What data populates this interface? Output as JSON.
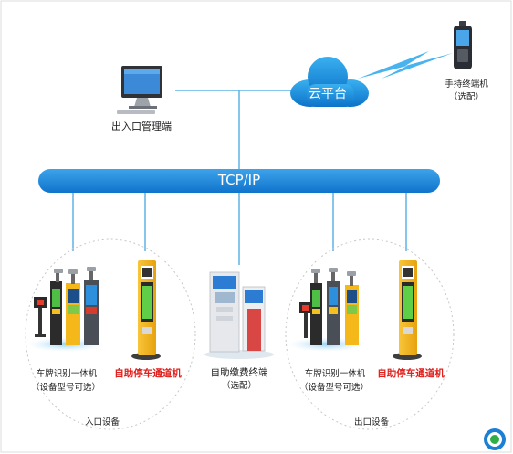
{
  "cloud": {
    "label": "云平台"
  },
  "handheld": {
    "line1": "手持终端机",
    "line2": "（选配）"
  },
  "management": {
    "label": "出入口管理端"
  },
  "network_bus": {
    "label": "TCP/IP"
  },
  "entrance": {
    "camera_label": "车牌识别一体机",
    "camera_sub": "（设备型号可选）",
    "gate_label": "自助停车通道机",
    "zone_label": "入口设备"
  },
  "kiosk": {
    "line1": "自助缴费终端",
    "line2": "（选配）"
  },
  "exit": {
    "camera_label": "车牌识别一体机",
    "camera_sub": "（设备型号可选）",
    "gate_label": "自助停车通道机",
    "zone_label": "出口设备"
  },
  "colors": {
    "bus": "#1d86d8",
    "lines": "#5fb3e6",
    "gate_yellow": "#f6b820",
    "red_text": "#e0201c"
  }
}
